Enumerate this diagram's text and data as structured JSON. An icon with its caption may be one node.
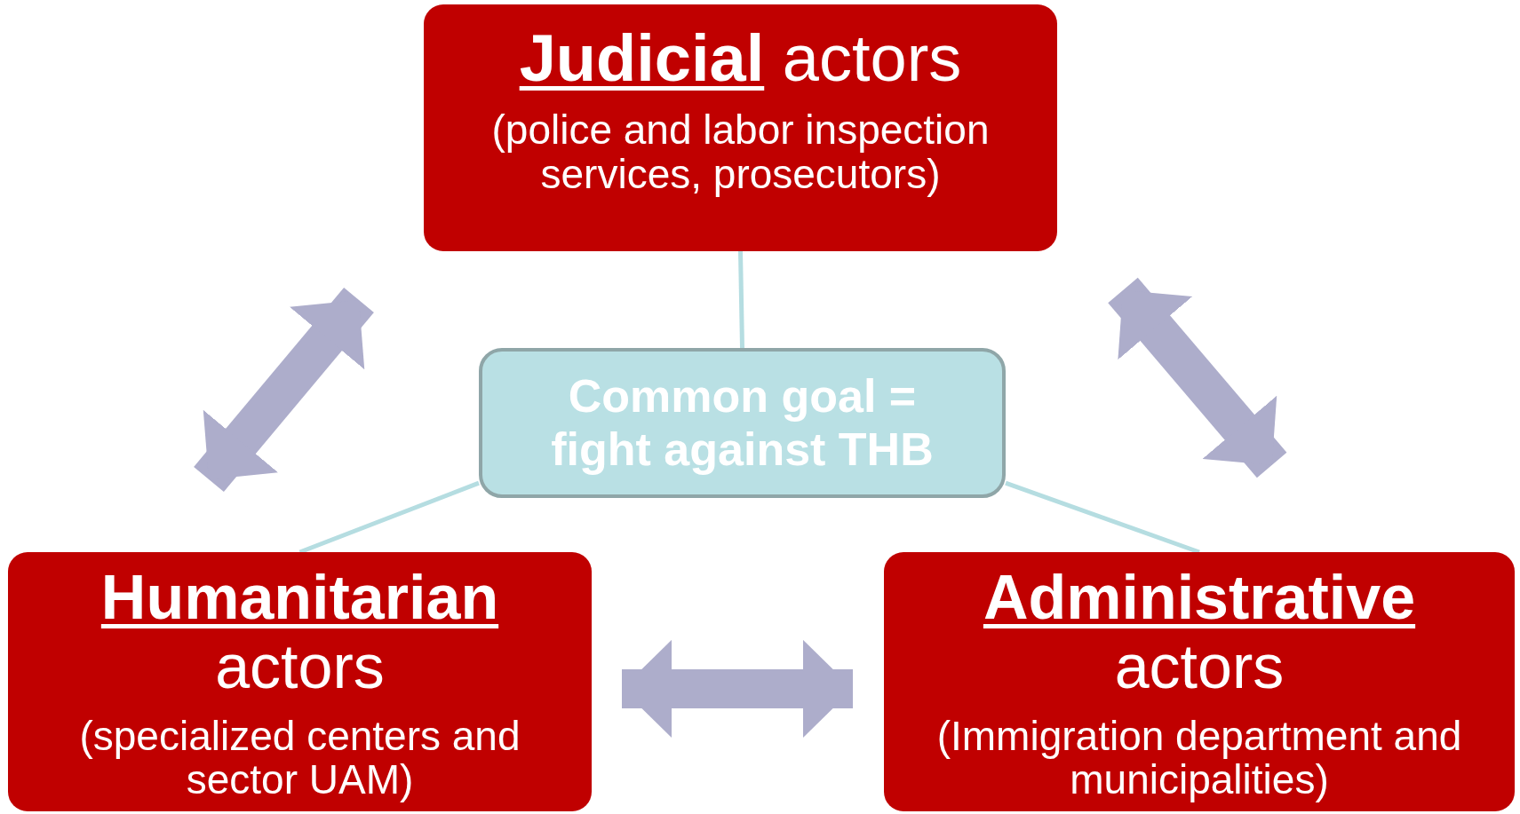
{
  "diagram": {
    "nodes": [
      {
        "text": [
          "**Judicial** actors",
          "(police and labor inspection services, prosecutors)"
        ]
      },
      {
        "text": [
          "Common goal = fight against THB"
        ]
      },
      {
        "text": [
          "**Humanitarian** actors",
          "(specialized centers and sector UAM)"
        ]
      },
      {
        "text": [
          "**Administrative** actors",
          "(Immigration department and municipalities)"
        ]
      }
    ],
    "edges": [
      {
        "from": 0,
        "to": 2,
        "arrow": "both",
        "style": "thick"
      },
      {
        "from": 0,
        "to": 3,
        "arrow": "both",
        "style": "thick"
      },
      {
        "from": 2,
        "to": 3,
        "arrow": "both",
        "style": "thick"
      },
      {
        "from": 1,
        "to": 0,
        "arrow": "none",
        "color": "#b5dde1"
      },
      {
        "from": 1,
        "to": 2,
        "arrow": "none",
        "color": "#b5dde1"
      },
      {
        "from": 1,
        "to": 3,
        "arrow": "none",
        "color": "#b5dde1"
      }
    ]
  }
}
